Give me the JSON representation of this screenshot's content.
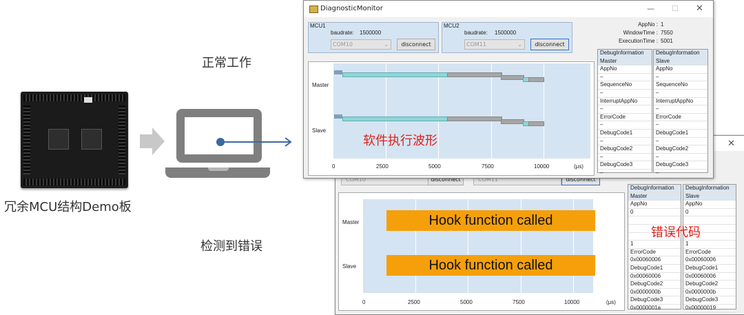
{
  "captions": {
    "normal": "正常工作",
    "board": "冗余MCU结构Demo板",
    "detect": "检测到错误",
    "waveform": "软件执行波形",
    "error_code": "错误代码"
  },
  "window": {
    "title": "DiagnosticMonitor",
    "mcu1": {
      "name": "MCU1",
      "baudrate_label": "baudrate:",
      "baudrate": "1500000",
      "port": "COM10",
      "button": "disconnect"
    },
    "mcu2": {
      "name": "MCU2",
      "baudrate_label": "baudrate:",
      "baudrate": "1500000",
      "port": "COM11",
      "button": "disconnect"
    },
    "info": {
      "app_no_label": "AppNo :",
      "app_no": "1",
      "window_time_label": "WindowTime :",
      "window_time": "7550",
      "exec_time_label": "ExecutionTime :",
      "exec_time": "5001"
    },
    "rows": [
      "Master",
      "Slave"
    ],
    "x_ticks": [
      "0",
      "2500",
      "5000",
      "7500",
      "10000"
    ],
    "x_unit": "(μs)",
    "debug_master": [
      "DebugInformation",
      "Master",
      "AppNo",
      "–",
      "SequenceNo",
      "–",
      "InterruptAppNo",
      "–",
      "ErrorCode",
      "–",
      "DebugCode1",
      "–",
      "DebugCode2",
      "–",
      "DebugCode3",
      "–"
    ],
    "debug_slave": [
      "DebugInformation",
      "Slave",
      "AppNo",
      "–",
      "SequenceNo",
      "–",
      "InterruptAppNo",
      "–",
      "ErrorCode",
      "–",
      "DebugCode1",
      "–",
      "DebugCode2",
      "–",
      "DebugCode3",
      "–"
    ],
    "colors": {
      "exec": "#8ed8d2",
      "idle": "#a6a6a6",
      "plot_bg": "#d5e4f2"
    }
  },
  "window2": {
    "port1": "COM10",
    "port2": "COM11",
    "button": "disconnect",
    "rows": [
      "Master",
      "Slave"
    ],
    "hook_text": "Hook function called",
    "x_ticks": [
      "0",
      "2500",
      "5000",
      "7500",
      "10000"
    ],
    "x_unit": "(μs)",
    "debug_master": [
      "DebugInformation",
      "Master",
      "AppNo",
      "0",
      "",
      "",
      "",
      "1",
      "ErrorCode",
      "0x00060006",
      "DebugCode1",
      "0x00060006",
      "DebugCode2",
      "0x0000000b",
      "DebugCode3",
      "0x0000001a"
    ],
    "debug_slave": [
      "DebugInformation",
      "Slave",
      "AppNo",
      "0",
      "",
      "",
      "",
      "1",
      "ErrorCode",
      "0x00060006",
      "DebugCode1",
      "0x00060006",
      "DebugCode2",
      "0x0000000b",
      "DebugCode3",
      "0x00000019"
    ]
  }
}
